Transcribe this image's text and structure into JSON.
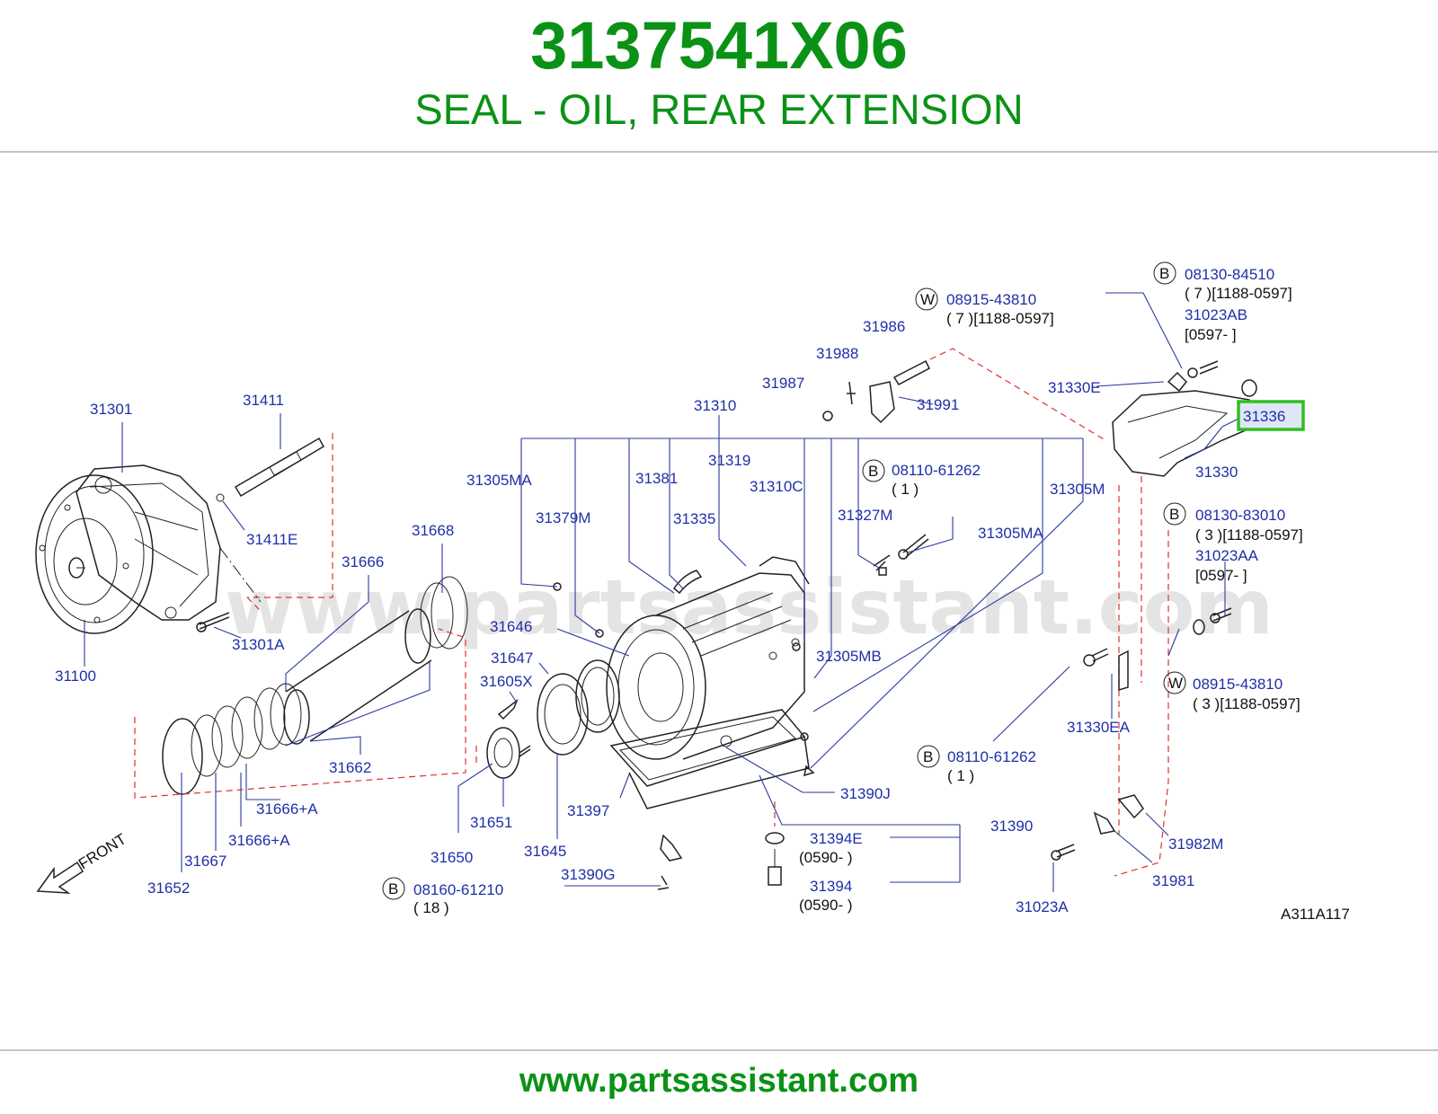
{
  "header": {
    "part_number": "3137541X06",
    "part_name": "SEAL - OIL, REAR EXTENSION"
  },
  "diagram": {
    "watermark": "www.partsassistant.com",
    "figure_code": "A311A117",
    "front_label": "FRONT",
    "highlighted_part": "31336",
    "highlight_color": "#2fbf1f",
    "label_color": "#1f2fa8",
    "labels": {
      "p31301": "31301",
      "p31411": "31411",
      "p31411E": "31411E",
      "p31301A": "31301A",
      "p31100": "31100",
      "p31668": "31668",
      "p31666": "31666",
      "p31662": "31662",
      "p31666A1": "31666+A",
      "p31666A2": "31666+A",
      "p31667": "31667",
      "p31652": "31652",
      "p31646": "31646",
      "p31647": "31647",
      "p31605X": "31605X",
      "p31651": "31651",
      "p31650": "31650",
      "p31645": "31645",
      "p31397": "31397",
      "p31390G": "31390G",
      "p08160": "08160-61210",
      "p08160q": "( 18 )",
      "p31310": "31310",
      "p31305MA1": "31305MA",
      "p31379M": "31379M",
      "p31381": "31381",
      "p31335": "31335",
      "p31319": "31319",
      "p31310C": "31310C",
      "p31327M": "31327M",
      "p08110a": "08110-61262",
      "p08110aq": "( 1 )",
      "p31305MA2": "31305MA",
      "p31305M": "31305M",
      "p31305MB": "31305MB",
      "p31390J": "31390J",
      "p08110b": "08110-61262",
      "p08110bq": "( 1 )",
      "p31390": "31390",
      "p31394E": "31394E",
      "p31394Ed": "(0590- )",
      "p31394": "31394",
      "p31394d": "(0590- )",
      "p31330EA": "31330EA",
      "p31986": "31986",
      "p31988": "31988",
      "p31987": "31987",
      "p31991": "31991",
      "p08915a": "08915-43810",
      "p08915aq": "( 7 )[1188-0597]",
      "p08130a": "08130-84510",
      "p08130aq": "( 7 )[1188-0597]",
      "p31023AB": "31023AB",
      "p31023ABd": "[0597- ]",
      "p31330E": "31330E",
      "p31336": "31336",
      "p31330": "31330",
      "p08130b": "08130-83010",
      "p08130bq": "( 3 )[1188-0597]",
      "p31023AA": "31023AA",
      "p31023AAd": "[0597- ]",
      "p08915b": "08915-43810",
      "p08915bq": "( 3 )[1188-0597]",
      "p31982M": "31982M",
      "p31981": "31981",
      "p31023A": "31023A",
      "circB": "B",
      "circW": "W"
    }
  },
  "footer": {
    "url": "www.partsassistant.com"
  }
}
